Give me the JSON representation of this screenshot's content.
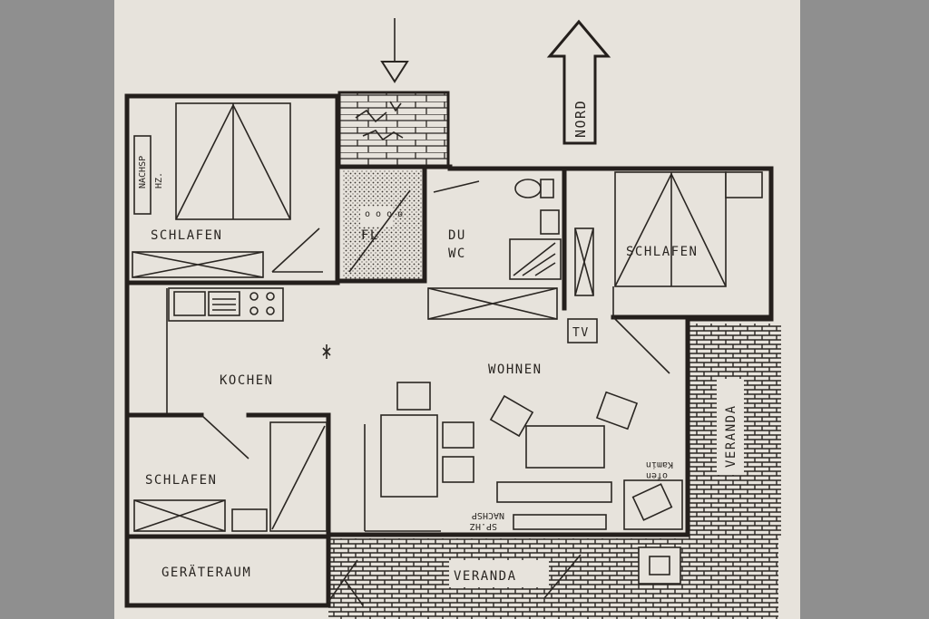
{
  "plan": {
    "north_label": "NORD",
    "rooms": {
      "schlafen_nw": "SCHLAFEN",
      "schlafen_ne": "SCHLAFEN",
      "schlafen_sw": "SCHLAFEN",
      "flur": "FL",
      "du": "DU",
      "wc": "WC",
      "kochen": "KOCHEN",
      "wohnen": "WOHNEN",
      "geraeteraum": "GERÄTERAUM",
      "veranda_south": "VERANDA",
      "veranda_east": "VERANDA"
    },
    "annotations": {
      "tv": "TV",
      "nachsp_1": "NACHSP",
      "nachsp_2": "HZ.",
      "kamin_1": "Kamin",
      "kamin_2": "ofen",
      "nachsp_s_1": "NACHSP",
      "nachsp_s_2": "SP.HZ"
    }
  },
  "colors": {
    "paper": "#e7e3dc",
    "ink": "#241f1c",
    "surround": "#8f8f8f"
  }
}
